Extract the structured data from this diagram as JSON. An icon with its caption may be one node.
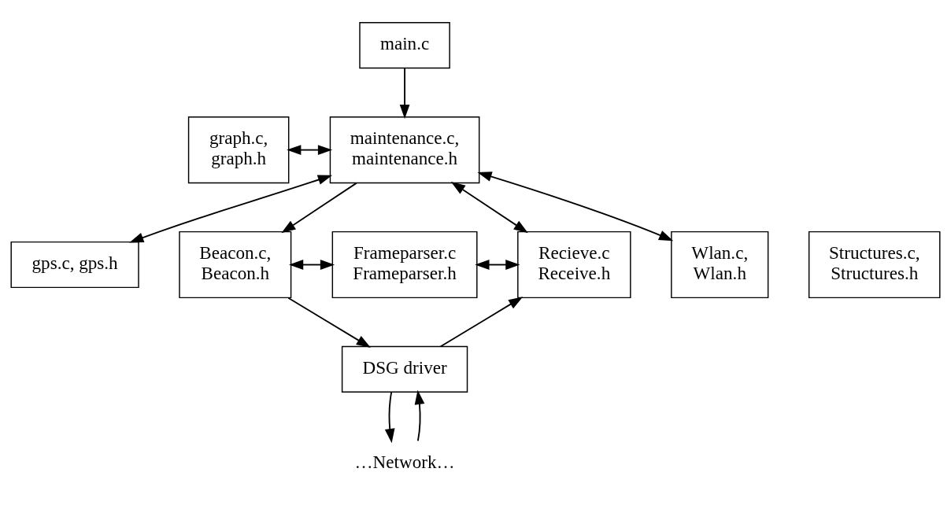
{
  "diagram": {
    "nodes": [
      {
        "text": [
          "main.c"
        ]
      },
      {
        "text": [
          "graph.c, graph.h"
        ]
      },
      {
        "text": [
          "maintenance.c, maintenance.h"
        ]
      },
      {
        "text": [
          "Wlan.c, Wlan.h"
        ]
      },
      {
        "text": [
          "gps.c, gps.h"
        ]
      },
      {
        "text": [
          "Frameparser.c Frameparser.h"
        ]
      },
      {
        "text": [
          "Beacon.c, Beacon.h"
        ]
      },
      {
        "text": [
          "Recieve.c Receive.h"
        ]
      },
      {
        "text": [
          "Structures.c, Structures.h"
        ]
      },
      {
        "text": [
          "DSG driver"
        ]
      },
      {
        "text": [
          "…Network…"
        ]
      }
    ],
    "edges": [
      {
        "from": 0,
        "to": 2,
        "arrow": "to"
      },
      {
        "from": 1,
        "to": 2,
        "arrow": "both"
      },
      {
        "from": 3,
        "to": 2,
        "arrow": "both"
      },
      {
        "from": 2,
        "to": 4,
        "arrow": "both"
      },
      {
        "from": 2,
        "to": 6,
        "arrow": "to"
      },
      {
        "from": 2,
        "to": 7,
        "arrow": "both"
      },
      {
        "from": 6,
        "to": 5,
        "arrow": "both"
      },
      {
        "from": 5,
        "to": 7,
        "arrow": "both"
      },
      {
        "from": 6,
        "to": 9,
        "arrow": "to"
      },
      {
        "from": 9,
        "to": 7,
        "arrow": "to"
      },
      {
        "from": 9,
        "to": 10,
        "arrow": "to"
      },
      {
        "from": 10,
        "to": 9,
        "arrow": "to"
      }
    ]
  }
}
